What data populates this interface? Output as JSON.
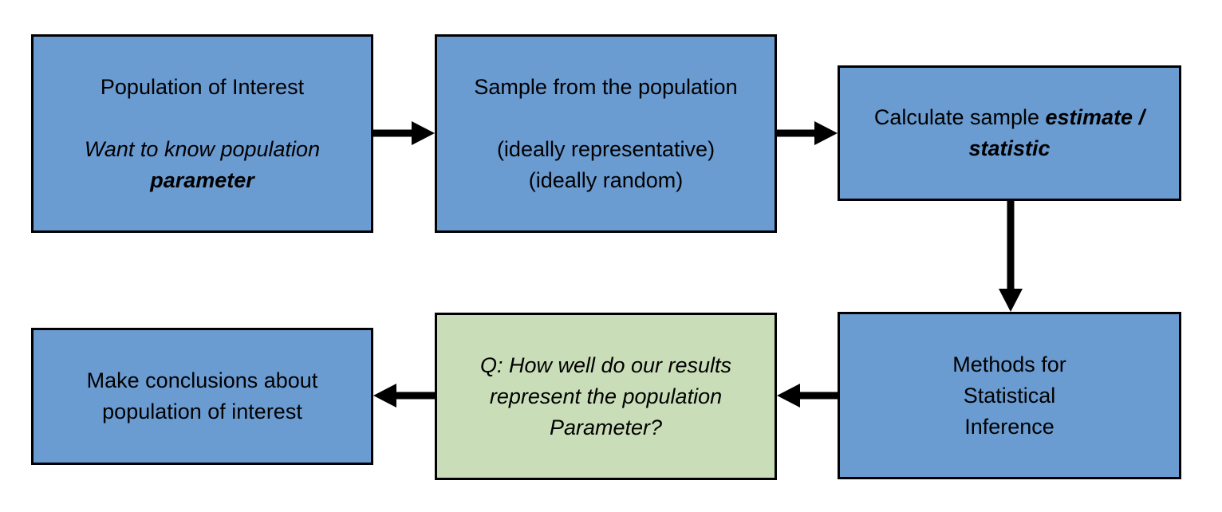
{
  "boxes": {
    "population": {
      "title": "Population of Interest",
      "italic_line": "Want to know population",
      "bold_italic_line": "parameter",
      "fill": "#6a9bd1"
    },
    "sample": {
      "title": "Sample from the population",
      "line2": "(ideally representative)",
      "line3": "(ideally random)",
      "fill": "#6a9bd1"
    },
    "estimate": {
      "prefix": "Calculate sample ",
      "bold_italic_1": "estimate /",
      "bold_italic_2": "statistic",
      "fill": "#6a9bd1"
    },
    "methods": {
      "line1": "Methods for",
      "line2": "Statistical",
      "line3": "Inference",
      "fill": "#6a9bd1"
    },
    "question": {
      "line1": "Q: How well do our results",
      "line2": "represent the population",
      "line3": "Parameter?",
      "fill": "#c9deb8"
    },
    "conclusions": {
      "line1": "Make conclusions about",
      "line2": "population of interest",
      "fill": "#6a9bd1"
    }
  },
  "arrows": [
    {
      "from": "population",
      "to": "sample"
    },
    {
      "from": "sample",
      "to": "estimate"
    },
    {
      "from": "estimate",
      "to": "methods"
    },
    {
      "from": "methods",
      "to": "question"
    },
    {
      "from": "question",
      "to": "conclusions"
    }
  ],
  "colors": {
    "box_blue": "#6a9bd1",
    "box_green": "#c9deb8",
    "border": "#000000",
    "arrow": "#000000"
  }
}
